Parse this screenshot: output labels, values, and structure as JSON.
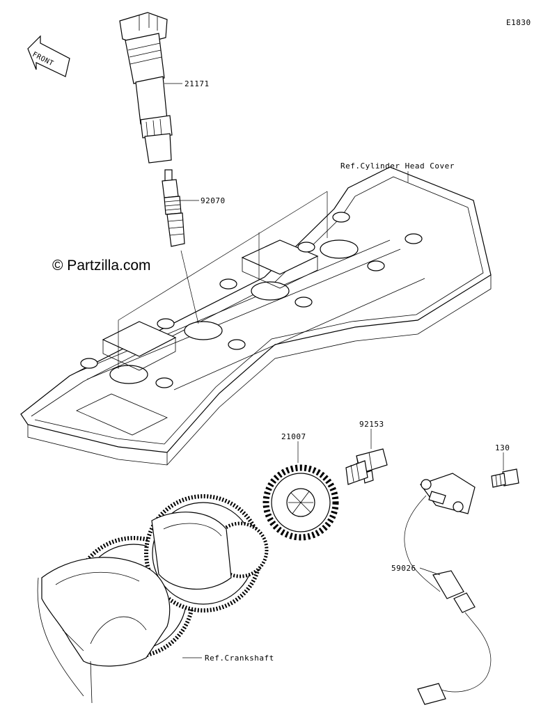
{
  "diagram_code": "E1830",
  "watermark": "© Partzilla.com",
  "front_label": "FRONT",
  "parts": [
    {
      "number": "21171"
    },
    {
      "number": "92070"
    },
    {
      "number": "21007"
    },
    {
      "number": "92153"
    },
    {
      "number": "130"
    },
    {
      "number": "59026"
    }
  ],
  "references": [
    {
      "text": "Ref.Cylinder Head Cover"
    },
    {
      "text": "Ref.Crankshaft"
    }
  ],
  "colors": {
    "line": "#000000",
    "background": "#ffffff"
  }
}
